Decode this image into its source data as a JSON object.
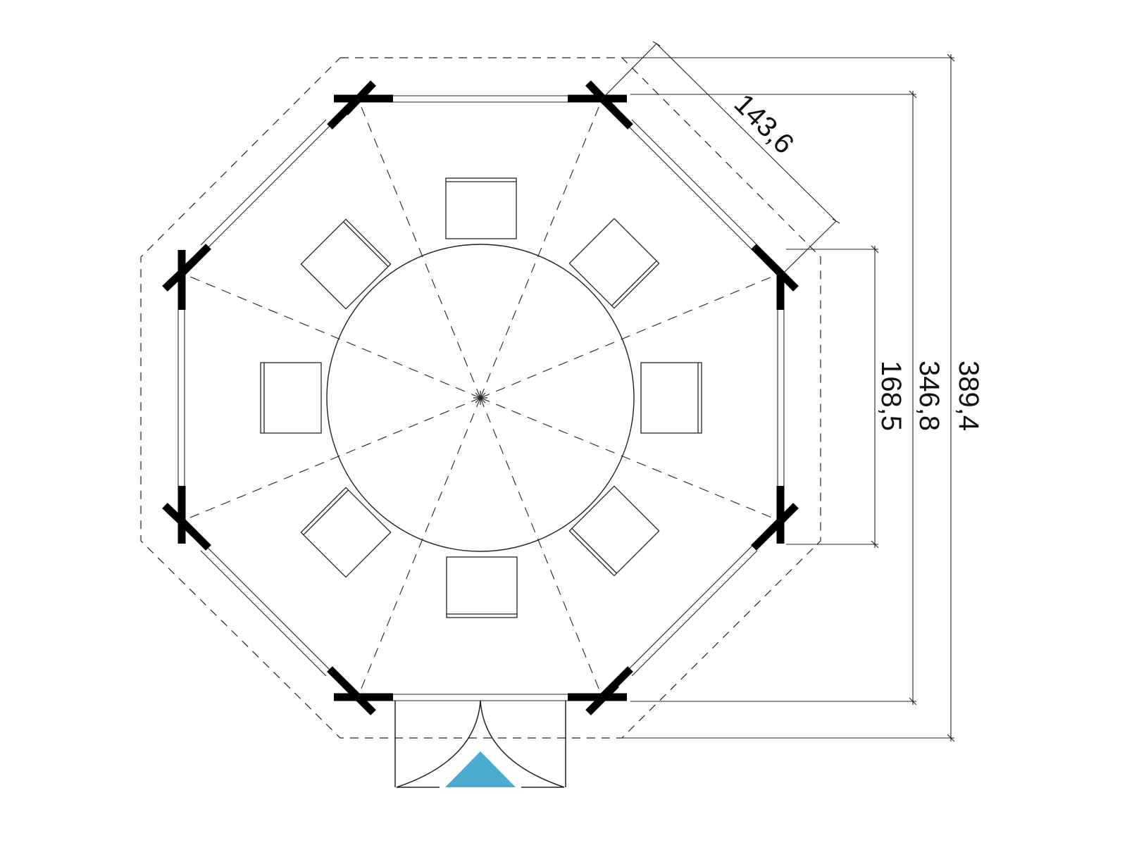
{
  "diagram": {
    "type": "floor-plan",
    "subject": "octagonal pavilion",
    "dimensions": {
      "side_length": "143,6",
      "inner_wall_width": "346,8",
      "roof_overhang_width": "389,4",
      "side_wall_width": "168,5"
    },
    "seat_count": 8,
    "entrance": "double-door",
    "colors": {
      "line": "#111111",
      "wall": "#000000",
      "entrance_marker": "#4bacd1"
    }
  }
}
